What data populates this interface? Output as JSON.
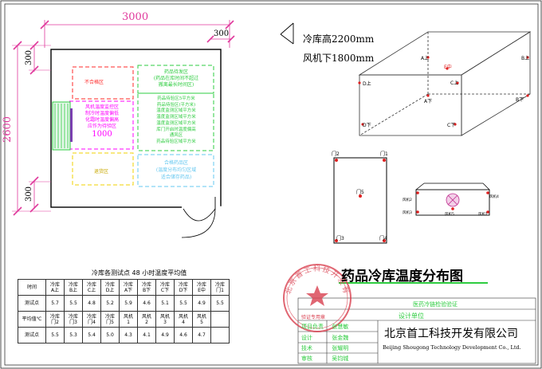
{
  "floor_plan": {
    "width_dim": "3000",
    "depth_dim": "2600",
    "small_dim_right": "300",
    "small_dim_left_top": "300",
    "small_dim_left_bottom": "300",
    "zones": {
      "zone_top_left": "不合格区",
      "zone_top_right": [
        "药品待发区",
        "(药品在库时间不超过",
        "搬离最长时间区)"
      ],
      "zone_mid_left": [
        "风机温度监控区",
        "制冷时温度偏低",
        "化霜时温度偏高",
        "应作为待验区",
        "1000"
      ],
      "zone_mid_right": [
        "药品待验区5平方米",
        "药品待验区(平方米)",
        "温度监测区域平方米",
        "温度监测区域平方米",
        "温度监测区域平方米",
        "库门开启时温度偏高",
        "通风区",
        "药品待验区域平方米"
      ],
      "zone_bottom_left": "退货区",
      "zone_bottom_right": [
        "合格药品区",
        "(温度分布均匀区域",
        "适合储存药品)"
      ]
    }
  },
  "box_3d": {
    "note_height": "冷库高2200mm",
    "note_fan": "风机下1800mm",
    "points": [
      "A上",
      "B上",
      "C上",
      "D上",
      "E中",
      "A下",
      "B下",
      "C下",
      "D下"
    ]
  },
  "door_view": {
    "points": [
      "门2",
      "门1",
      "门5",
      "门3",
      "门4"
    ]
  },
  "fan_view": {
    "labels": [
      "风机2",
      "风机4",
      "风机5",
      "风机3",
      "风机1"
    ]
  },
  "table": {
    "title": "冷库各测试点 48 小时温度平均值",
    "rows": [
      [
        "时间",
        "冷库\nA上",
        "冷库\nB上",
        "冷库\nC上",
        "冷库\nD上",
        "冷库\nA下",
        "冷库\nB下",
        "冷库\nC下",
        "冷库\nD下",
        "冷库\nE中",
        "冷库\n门1"
      ],
      [
        "测试点",
        "5.7",
        "5.5",
        "4.8",
        "5.2",
        "5.9",
        "4.6",
        "5.1",
        "5.5",
        "4.9",
        "5.5"
      ],
      [
        "平均值℃",
        "冷库\n门2",
        "冷库\n门3",
        "冷库\n门4",
        "冷库\n门5",
        "风机\n1",
        "风机\n2",
        "风机\n3",
        "风机\n4",
        "风机\n5",
        ""
      ],
      [
        "测试点",
        "5.5",
        "5.3",
        "5.4",
        "5.0",
        "4.3",
        "4.1",
        "4.9",
        "4.6",
        "4.7",
        ""
      ]
    ]
  },
  "main_title": "药品冷库温度分布图",
  "title_block": {
    "project": "医药冷链检验验证",
    "design_unit": "设计单位",
    "roles": [
      {
        "role": "项目负责",
        "name": "张慧敏"
      },
      {
        "role": "设计",
        "name": "张金魏"
      },
      {
        "role": "技术",
        "name": "张耀明"
      },
      {
        "role": "审核",
        "name": "吴钧城"
      }
    ],
    "company_cn": "北京首工科技开发有限公司",
    "company_en": "Beijing Shougong Technology Development Co., Ltd.",
    "stamp_text": "北京首工科技开发有限公司",
    "stamp_sub": "验证专用章"
  },
  "colors": {
    "dim_pink": "#e0389c",
    "zone_red": "#ff2a2a",
    "zone_green": "#2ecc40",
    "zone_yellow": "#f0d000",
    "zone_cyan": "#66c8f0",
    "zone_magenta": "#ff00ff",
    "stamp_red": "#d94050",
    "point_red": "#e02020",
    "title_underline": "#2ecc40"
  }
}
